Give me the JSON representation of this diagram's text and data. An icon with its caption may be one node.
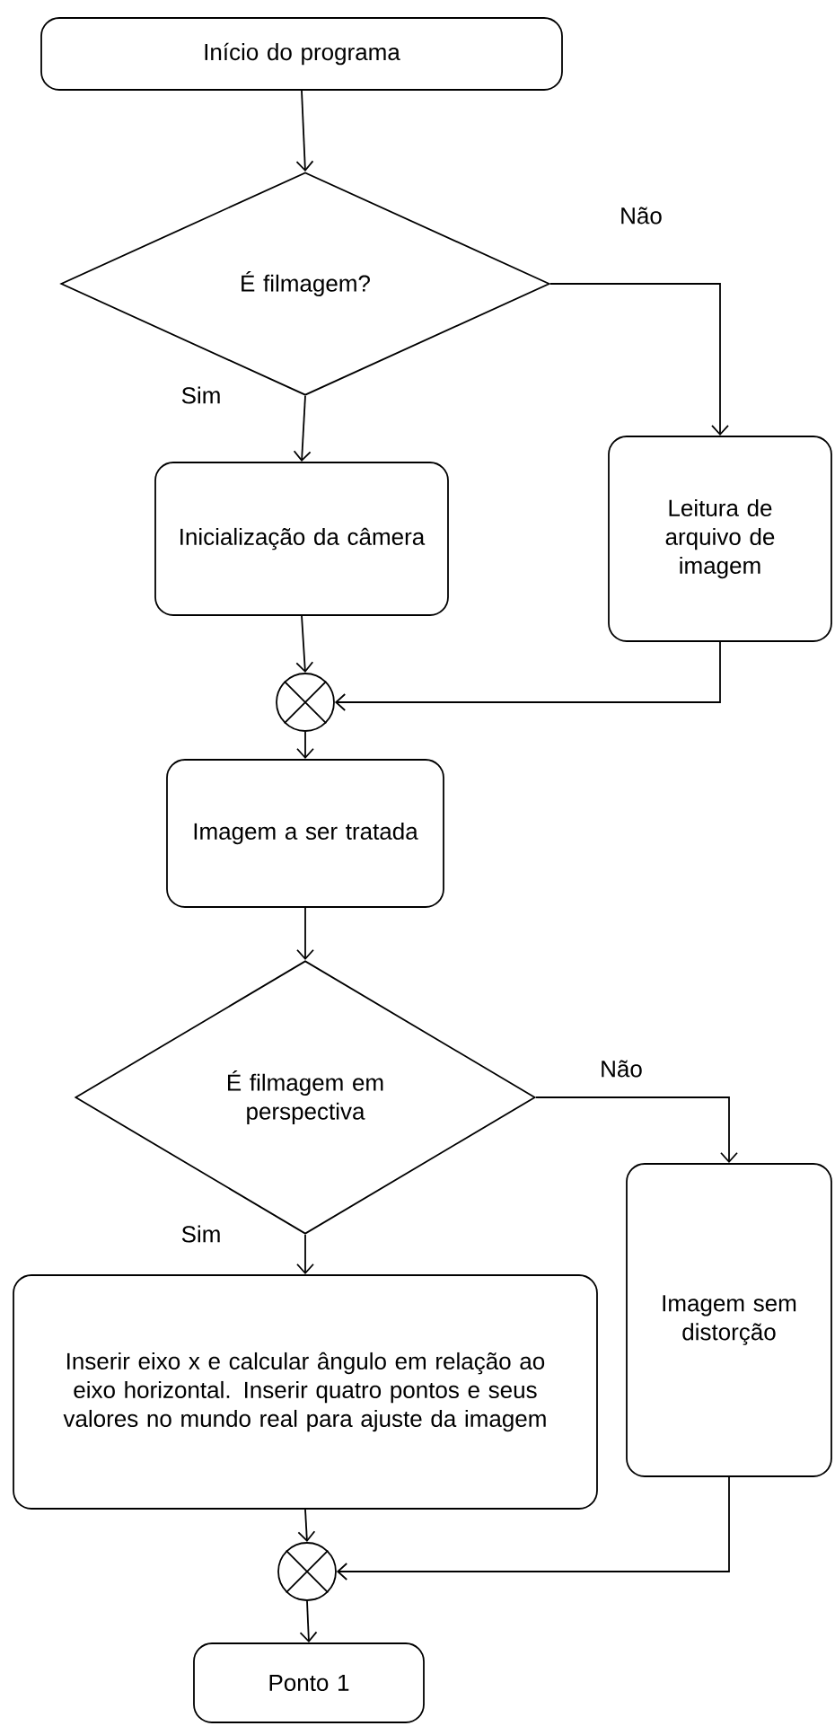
{
  "diagram": {
    "nodes": [
      {
        "text": [
          "Início do programa"
        ]
      },
      {
        "text": [
          "É filmagem?"
        ]
      },
      {
        "text": [
          "Inicialização da câmera"
        ]
      },
      {
        "text": [
          "Leitura de arquivo de imagem"
        ]
      },
      {
        "text": [],
        "shape": "circle"
      },
      {
        "text": [
          "Imagem a ser tratada"
        ]
      },
      {
        "text": [
          "É filmagem em perspectiva"
        ]
      },
      {
        "text": [
          "Imagem sem distorção"
        ]
      },
      {
        "text": [
          "Inserir eixo x e calcular ângulo em relação ao eixo horizontal. Inserir quatro pontos e seus valores no mundo real para ajuste da imagem"
        ]
      },
      {
        "text": [],
        "shape": "circle"
      },
      {
        "text": [
          "Ponto 1"
        ]
      }
    ],
    "edges": [
      {
        "from": 0,
        "to": 1,
        "arrow": "to"
      },
      {
        "from": 1,
        "to": 2,
        "arrow": "to",
        "label": "Sim"
      },
      {
        "from": 1,
        "to": 3,
        "arrow": "to",
        "label": "Não"
      },
      {
        "from": 2,
        "to": 4,
        "arrow": "to"
      },
      {
        "from": 3,
        "to": 4,
        "arrow": "to"
      },
      {
        "from": 4,
        "to": 5,
        "arrow": "to"
      },
      {
        "from": 5,
        "to": 6,
        "arrow": "to"
      },
      {
        "from": 6,
        "to": 8,
        "arrow": "to",
        "label": "Sim"
      },
      {
        "from": 6,
        "to": 7,
        "arrow": "to",
        "label": "Não"
      },
      {
        "from": 8,
        "to": 9,
        "arrow": "to"
      },
      {
        "from": 7,
        "to": 9,
        "arrow": "to"
      },
      {
        "from": 9,
        "to": 10,
        "arrow": "to"
      }
    ]
  }
}
